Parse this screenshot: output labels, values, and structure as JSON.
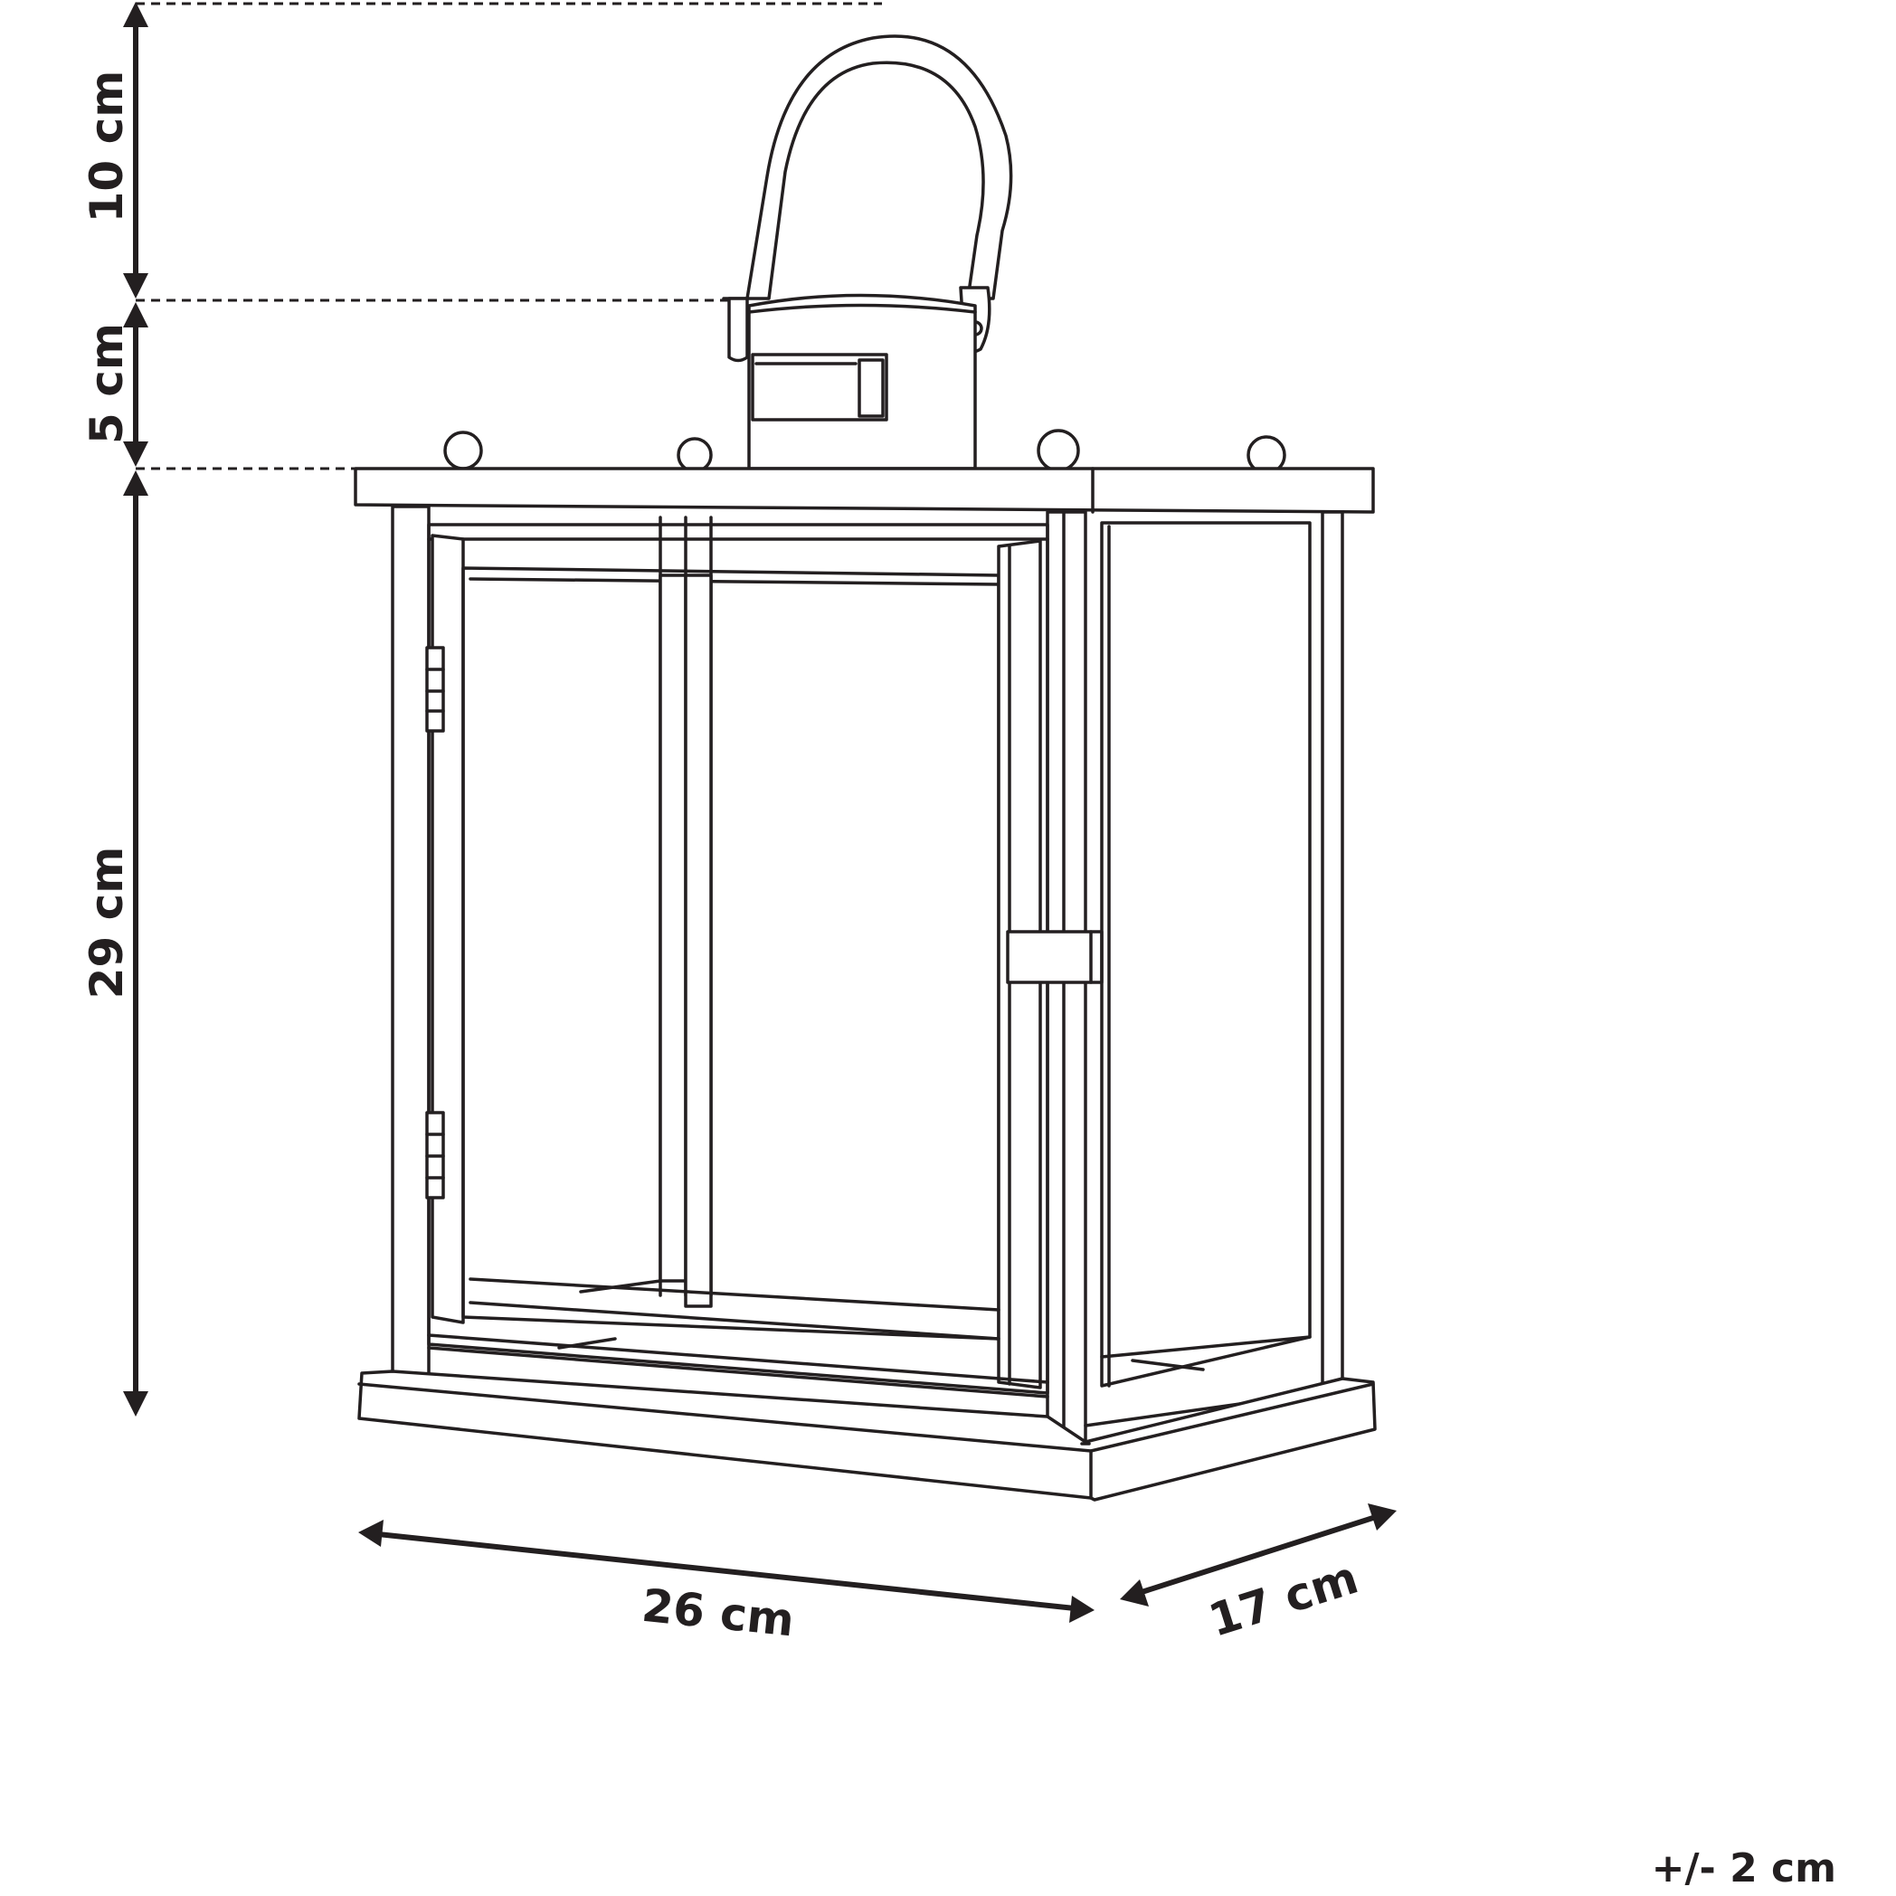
{
  "figure": {
    "subject": "lantern",
    "line_color": "#231f20",
    "background": "#ffffff"
  },
  "dimensions": {
    "handle_height": "10 cm",
    "cap_height": "5 cm",
    "body_height": "29 cm",
    "width": "26 cm",
    "depth": "17 cm"
  },
  "tolerance": "+/- 2 cm"
}
